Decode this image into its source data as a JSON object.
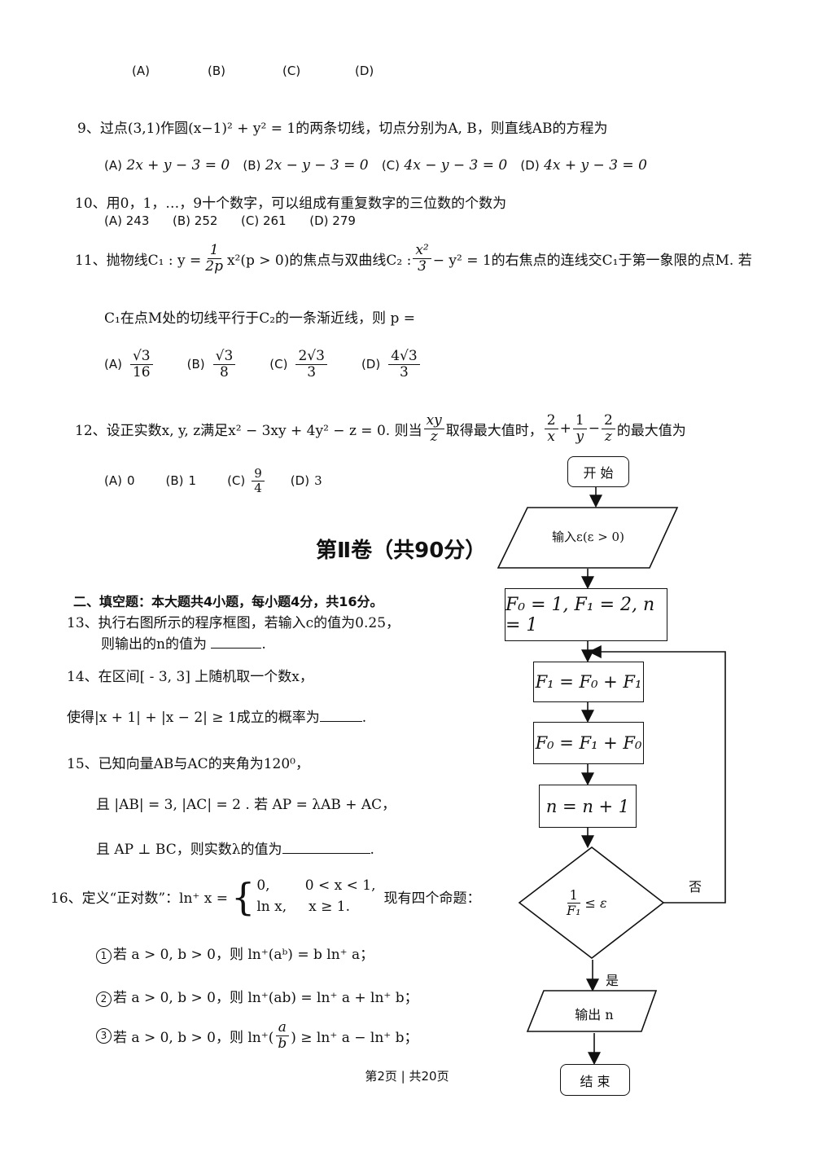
{
  "top_options": [
    "(A)",
    "(B)",
    "(C)",
    "(D)"
  ],
  "q9": {
    "num": "9、",
    "text": "过点(3,1)作圆(x−1)² + y² = 1的两条切线，切点分别为A, B，则直线AB的方程为",
    "options": [
      {
        "label": "(A)",
        "value": "2x + y − 3 = 0"
      },
      {
        "label": "(B)",
        "value": "2x − y − 3 = 0"
      },
      {
        "label": "(C)",
        "value": "4x − y − 3 = 0"
      },
      {
        "label": "(D)",
        "value": "4x + y − 3 = 0"
      }
    ]
  },
  "q10": {
    "num": "10、",
    "text": "用0，1，…，9十个数字，可以组成有重复数字的三位数的个数为",
    "options": [
      {
        "label": "(A)",
        "value": "243"
      },
      {
        "label": "(B)",
        "value": "252"
      },
      {
        "label": "(C)",
        "value": "261"
      },
      {
        "label": "(D)",
        "value": "279"
      }
    ]
  },
  "q11": {
    "num": "11、",
    "part1": "抛物线C₁ : y =",
    "frac_num": "1",
    "frac_den": "2p",
    "part2": "x²(p > 0)的焦点与双曲线C₂ :",
    "frac2_num": "x²",
    "frac2_den": "3",
    "part3": "− y² = 1的右焦点的连线交C₁于第一象限的点M. 若",
    "line2": "C₁在点M处的切线平行于C₂的一条渐近线，则 p =",
    "options": [
      {
        "label": "(A)",
        "num": "√3",
        "den": "16"
      },
      {
        "label": "(B)",
        "num": "√3",
        "den": "8"
      },
      {
        "label": "(C)",
        "num": "2√3",
        "den": "3"
      },
      {
        "label": "(D)",
        "num": "4√3",
        "den": "3"
      }
    ]
  },
  "q12": {
    "num": "12、",
    "part1": "设正实数x, y, z满足x² − 3xy + 4y² − z = 0. 则当",
    "f1_num": "xy",
    "f1_den": "z",
    "part2": "取得最大值时，",
    "f2_num": "2",
    "f2_den": "x",
    "f3_num": "1",
    "f3_den": "y",
    "f4_num": "2",
    "f4_den": "z",
    "part3": "的最大值为",
    "options": [
      {
        "label": "(A)",
        "value": "0"
      },
      {
        "label": "(B)",
        "value": "1"
      },
      {
        "label": "(C)",
        "num": "9",
        "den": "4"
      },
      {
        "label": "(D)",
        "value": "3"
      }
    ]
  },
  "section2_title": "第Ⅱ卷（共90分）",
  "fill_header": "二、填空题：本大题共4小题，每小题4分，共16分。",
  "q13": {
    "num": "13、",
    "line1": "执行右图所示的程序框图，若输入c的值为0.25，",
    "line2": "则输出的n的值为"
  },
  "q14": {
    "num": "14、",
    "line1": "在区间[ - 3, 3] 上随机取一个数x，",
    "line2": "使得|x + 1| + |x − 2| ≥ 1成立的概率为"
  },
  "q15": {
    "num": "15、",
    "line1": "已知向量AB与AC的夹角为120⁰，",
    "line2": "且 |AB| = 3, |AC| = 2 . 若 AP = λAB + AC，",
    "line3": "且 AP ⊥ BC，则实数λ的值为"
  },
  "q16": {
    "num": "16、",
    "prefix": "定义“正对数”：ln⁺ x =",
    "case1": "0,        0 < x < 1,",
    "case2": "ln x,     x ≥ 1.",
    "suffix": "现有四个命题：",
    "items": [
      {
        "mark": "1",
        "text": "若 a > 0, b > 0，则 ln⁺(aᵇ) = b ln⁺ a；"
      },
      {
        "mark": "2",
        "text": "若 a > 0, b > 0，则 ln⁺(ab) = ln⁺ a + ln⁺ b；"
      },
      {
        "mark": "3",
        "pre": "若 a > 0, b > 0，则 ln⁺(",
        "num": "a",
        "den": "b",
        "post": ") ≥ ln⁺ a − ln⁺ b；"
      }
    ]
  },
  "flowchart": {
    "start": "开 始",
    "input": "输入ε(ε > 0)",
    "init": "F₀ = 1, F₁ = 2, n = 1",
    "step1": "F₁ = F₀ + F₁",
    "step2": "F₀ = F₁ + F₀",
    "step3": "n = n + 1",
    "cond_num": "1",
    "cond_den": "F₁",
    "cond_rel": "≤ ε",
    "no": "否",
    "yes": "是",
    "output": "输出 n",
    "end": "结 束"
  },
  "footer": "第2页 | 共20页"
}
